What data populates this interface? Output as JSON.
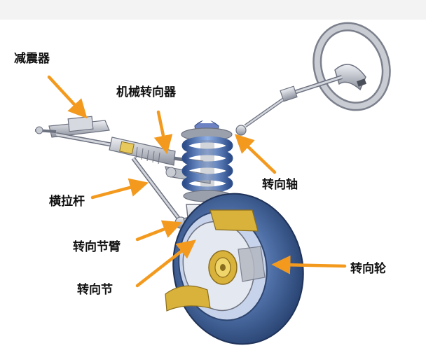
{
  "labels": {
    "shock_absorber": "减震器",
    "steering_gear": "机械转向器",
    "steering_shaft": "转向轴",
    "tie_rod": "横拉杆",
    "knuckle_arm": "转向节臂",
    "knuckle": "转向节",
    "steered_wheel": "转向轮"
  },
  "colors": {
    "arrow": "#f39a1e",
    "spring": "#5b84c8",
    "tire": "#3f5f96",
    "tire_highlight": "#86a6d8",
    "metal": "#c9ccd3",
    "metal_dark": "#6d7280",
    "brass": "#d8b23a",
    "top_band": "#f3f3f3"
  }
}
